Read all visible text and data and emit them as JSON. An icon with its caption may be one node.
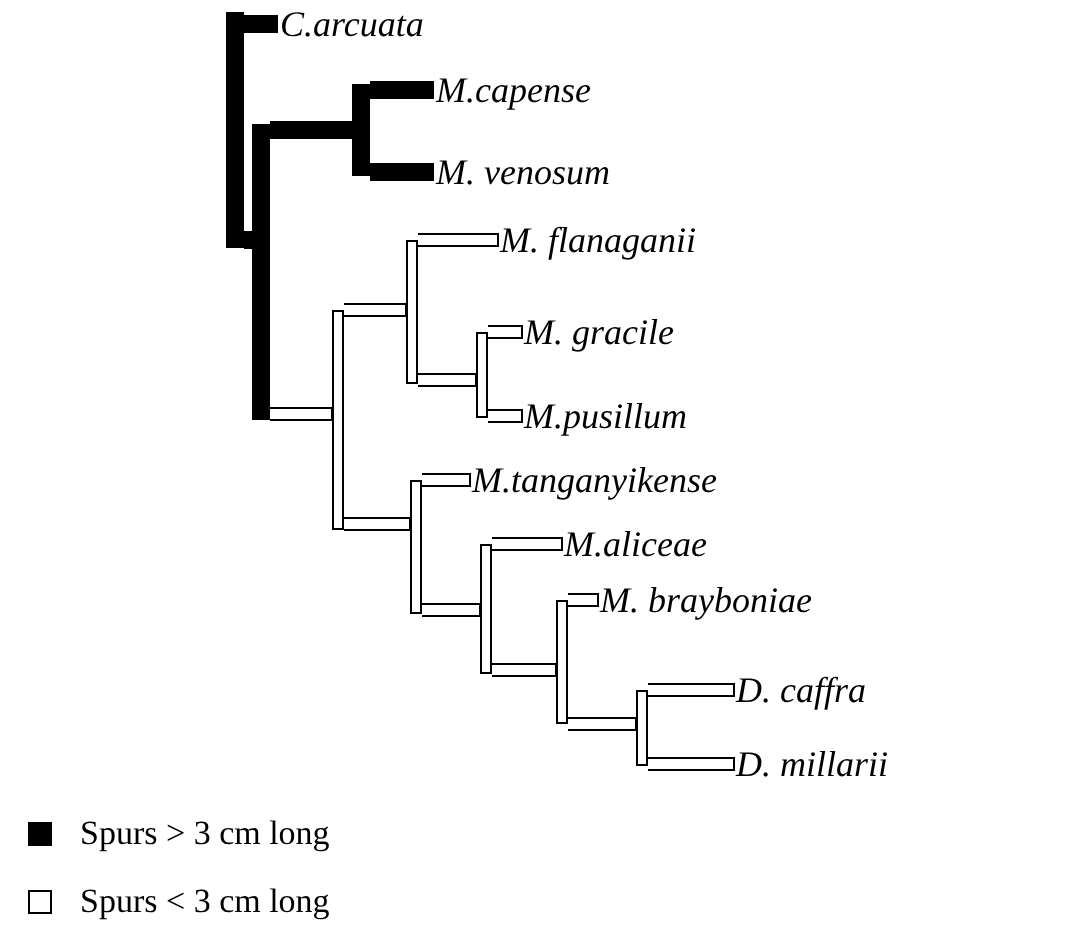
{
  "diagram": {
    "nodes": [
      {
        "text": [],
        "shape": "bar"
      },
      {
        "text": [
          "C.arcuata"
        ]
      },
      {
        "text": [],
        "shape": "bar"
      },
      {
        "text": [],
        "shape": "bar"
      },
      {
        "text": [
          "M.capense"
        ]
      },
      {
        "text": [
          "M. venosum"
        ]
      },
      {
        "text": [],
        "shape": "bar"
      },
      {
        "text": [],
        "shape": "bar"
      },
      {
        "text": [
          "M. flanaganii"
        ]
      },
      {
        "text": [],
        "shape": "bar"
      },
      {
        "text": [
          "M. gracile"
        ]
      },
      {
        "text": [
          "M.pusillum"
        ]
      },
      {
        "text": [],
        "shape": "bar"
      },
      {
        "text": [
          "M.tanganyikense"
        ]
      },
      {
        "text": [],
        "shape": "bar"
      },
      {
        "text": [
          "M.aliceae"
        ]
      },
      {
        "text": [],
        "shape": "bar"
      },
      {
        "text": [
          "M. brayboniae"
        ]
      },
      {
        "text": [],
        "shape": "bar"
      },
      {
        "text": [
          "D. caffra"
        ]
      },
      {
        "text": [
          "D. millarii"
        ]
      }
    ],
    "edges": [
      {
        "from": 0,
        "to": 1,
        "arrow": "none",
        "style": "thick"
      },
      {
        "from": 0,
        "to": 2,
        "arrow": "none",
        "style": "thick"
      },
      {
        "from": 2,
        "to": 3,
        "arrow": "none",
        "style": "thick"
      },
      {
        "from": 3,
        "to": 4,
        "arrow": "none",
        "style": "thick"
      },
      {
        "from": 3,
        "to": 5,
        "arrow": "none",
        "style": "thick"
      },
      {
        "from": 2,
        "to": 6,
        "arrow": "none"
      },
      {
        "from": 6,
        "to": 7,
        "arrow": "none"
      },
      {
        "from": 7,
        "to": 8,
        "arrow": "none"
      },
      {
        "from": 7,
        "to": 9,
        "arrow": "none"
      },
      {
        "from": 9,
        "to": 10,
        "arrow": "none"
      },
      {
        "from": 9,
        "to": 11,
        "arrow": "none"
      },
      {
        "from": 6,
        "to": 12,
        "arrow": "none"
      },
      {
        "from": 12,
        "to": 13,
        "arrow": "none"
      },
      {
        "from": 12,
        "to": 14,
        "arrow": "none"
      },
      {
        "from": 14,
        "to": 15,
        "arrow": "none"
      },
      {
        "from": 14,
        "to": 16,
        "arrow": "none"
      },
      {
        "from": 16,
        "to": 17,
        "arrow": "none"
      },
      {
        "from": 16,
        "to": 18,
        "arrow": "none"
      },
      {
        "from": 18,
        "to": 19,
        "arrow": "none"
      },
      {
        "from": 18,
        "to": 20,
        "arrow": "none"
      }
    ],
    "legend": [
      {
        "text": "Spurs > 3 cm long",
        "color": "#000000"
      },
      {
        "text": "Spurs < 3 cm long",
        "color": "#ffffff"
      }
    ]
  }
}
